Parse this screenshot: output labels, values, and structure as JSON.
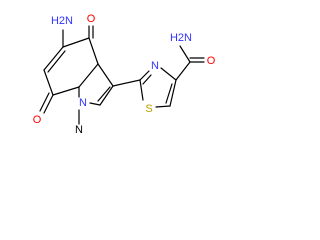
{
  "molecule": {
    "colors": {
      "bond": "#000000",
      "carbon": "#000000",
      "nitrogen": "#3333ff",
      "oxygen": "#ff0000",
      "sulfur": "#b8a100"
    },
    "labels": {
      "amino": "H2N",
      "ketone_top": "O",
      "ketone_bottom": "O",
      "ring_n": "N",
      "n_methyl": "N",
      "thiazole_n": "N",
      "thiazole_s": "S",
      "amide_nh2": "H2N",
      "amide_o": "O"
    }
  }
}
